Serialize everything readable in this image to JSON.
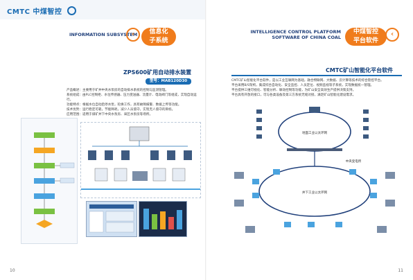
{
  "brand": {
    "name": "CMTC 中煤智控"
  },
  "left_page": {
    "banner_cn_line1": "信息化",
    "banner_cn_line2": "子系统",
    "banner_en": "INFORMATION SUBSYSTEM",
    "section_title": "ZPS600矿用自动排水装置",
    "model_pill": "型号：MAB120D30",
    "para_lines": [
      "产品概述：主要用于矿井中央水泵房的自动排水系统的控制与监测管理。",
      "系统组成：由PLC控制柜、水位传感器、压力变送器、流量计、电动阀门等组成，实现自动运行。",
      "功能特点：根据水位自动启停水泵，轮换工作，具有故障报警、数据上传等功能。",
      "技术优势：运行稳定可靠，节能降耗，减少人员值守，实现无人值守的目标。",
      "应用范围：适用于煤矿井下中央水泵房、采区水泵房等场所。"
    ],
    "page_number": "10"
  },
  "right_page": {
    "banner_cn_line1": "中煤智控",
    "banner_cn_line2": "平台软件",
    "banner_en_line1": "INTELLIGENCE CONTROL PLATFORM",
    "banner_en_line2": "SOFTWARE OF CHINA COAL",
    "section_title": "CMTC矿山智能化平台软件",
    "para_lines": [
      "CMTC矿山智能化平台软件，是以工业互联网为基础，融合物联网、大数据、云计算等技术的综合管控平台。",
      "平台采用B/S架构，集成综合自动化、安全监控、人员定位、视频监视等子系统，实现数据统一管理。",
      "平台提供三维可视化、智能分析、联动控制等功能，为矿山安全高效生产提供决策支持。",
      "平台具有开放的接口，可与各类设备及第三方系统无缝对接，满足矿山智能化建设需求。"
    ],
    "ring_labels": {
      "top": "地面工业以太环网",
      "bottom": "井下工业以太环网",
      "center": "中央变电所"
    },
    "page_number": "11"
  },
  "colors": {
    "accent": "#f07c1c",
    "primary": "#1a6cb3",
    "navy": "#0f3d7a"
  }
}
